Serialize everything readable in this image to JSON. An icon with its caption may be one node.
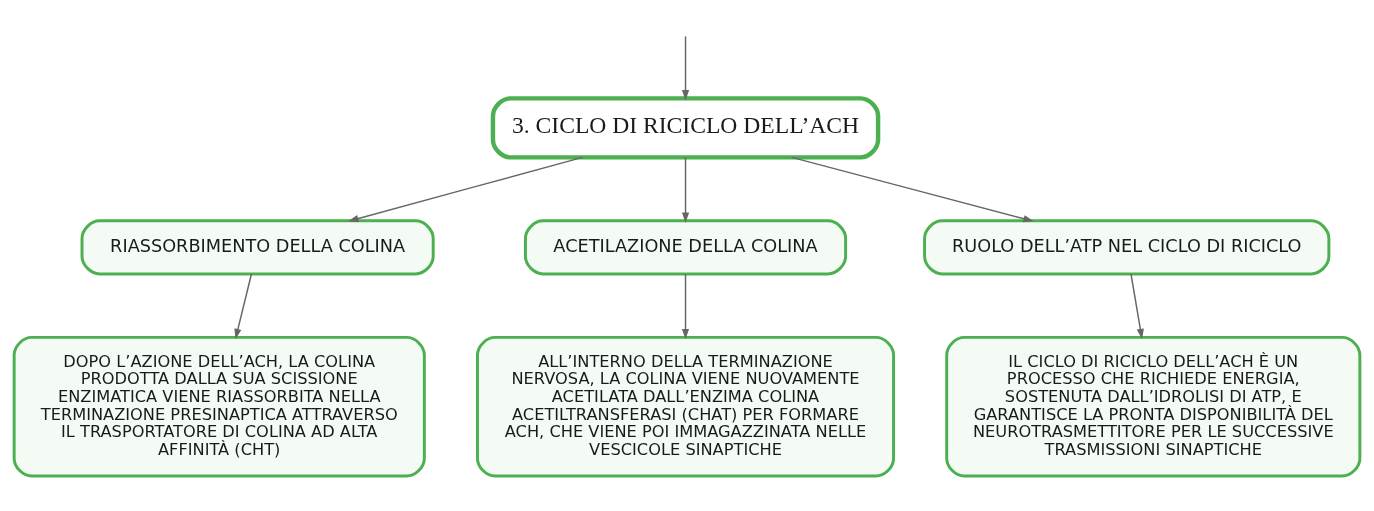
{
  "diagram": {
    "nodes": [
      {
        "text": [
          "3. CICLO DI RICICLO DELL’ACH"
        ]
      },
      {
        "text": [
          "RIASSORBIMENTO DELLA COLINA"
        ]
      },
      {
        "text": [
          "ACETILAZIONE DELLA COLINA"
        ]
      },
      {
        "text": [
          "RUOLO DELL’ATP NEL CICLO DI RICICLO"
        ]
      },
      {
        "text": [
          "DOPO L’AZIONE DELL’ACH, LA COLINA PRODOTTA DALLA SUA SCISSIONE ENZIMATICA VIENE RIASSORBITA NELLA TERMINAZIONE PRESINAPTICA ATTRAVERSO IL TRASPORTATORE DI COLINA AD ALTA AFFINITÀ (CHT)"
        ]
      },
      {
        "text": [
          "ALL’INTERNO DELLA TERMINAZIONE NERVOSA, LA COLINA VIENE NUOVAMENTE ACETILATA DALL’ENZIMA COLINA ACETILTRANSFERASI (CHAT) PER FORMARE ACH, CHE VIENE POI IMMAGAZZINATA NELLE VESCICOLE SINAPTICHE"
        ]
      },
      {
        "text": [
          "IL CICLO DI RICICLO DELL’ACH È UN PROCESSO CHE RICHIEDE ENERGIA, SOSTENUTA DALL’IDROLISI DI ATP, E GARANTISCE LA PRONTA DISPONIBILITÀ DEL NEUROTRASMETTITORE PER LE SUCCESSIVE TRASMISSIONI SINAPTICHE"
        ]
      }
    ],
    "edges": [
      {
        "from": null,
        "to": 0,
        "arrow": "to"
      },
      {
        "from": 0,
        "to": 1,
        "arrow": "to"
      },
      {
        "from": 0,
        "to": 2,
        "arrow": "to"
      },
      {
        "from": 0,
        "to": 3,
        "arrow": "to"
      },
      {
        "from": 1,
        "to": 4,
        "arrow": "to"
      },
      {
        "from": 2,
        "to": 5,
        "arrow": "to"
      },
      {
        "from": 3,
        "to": 6,
        "arrow": "to"
      }
    ]
  }
}
